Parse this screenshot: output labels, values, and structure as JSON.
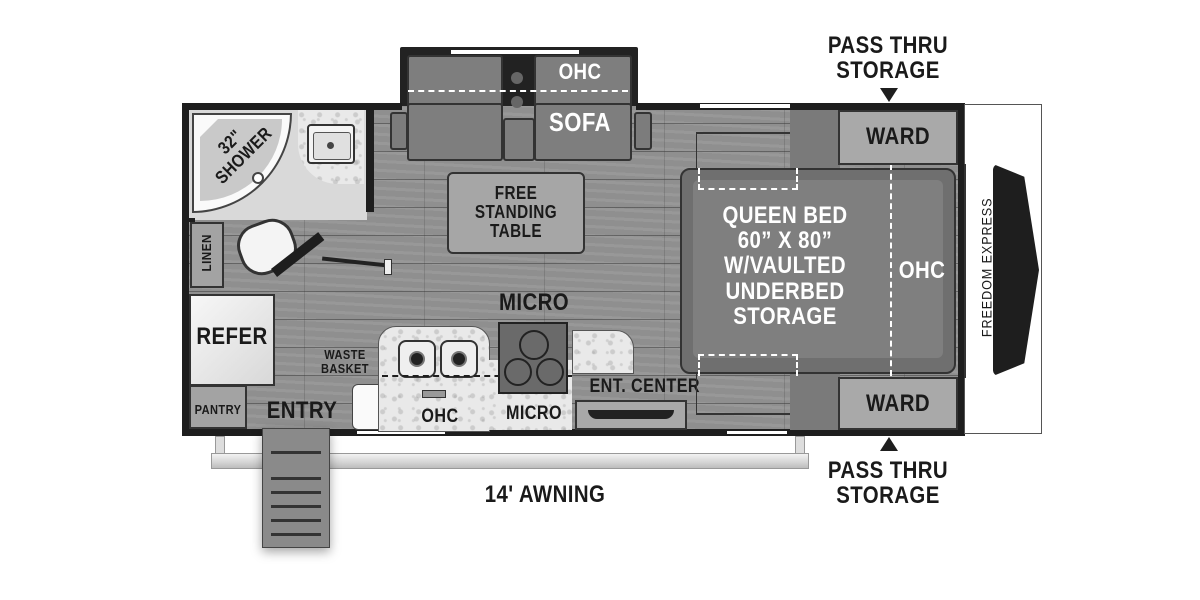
{
  "brand": {
    "name": "FREEDOM EXPRESS"
  },
  "labels": {
    "shower": "32\" SHOWER",
    "shower_line1": "32\"",
    "shower_line2": "SHOWER",
    "linen": "LINEN",
    "refer": "REFER",
    "pantry": "PANTRY",
    "entry": "ENTRY",
    "waste_basket_line1": "WASTE",
    "waste_basket_line2": "BASKET",
    "kitchen_ohc": "OHC",
    "micro_top": "MICRO",
    "micro_bottom": "MICRO",
    "ent_center": "ENT. CENTER",
    "sofa_ohc": "OHC",
    "sofa": "SOFA",
    "table_line1": "FREE",
    "table_line2": "STANDING",
    "table_line3": "TABLE",
    "bed_line1": "QUEEN BED",
    "bed_line2": "60” X 80”",
    "bed_line3": "W/VAULTED",
    "bed_line4": "UNDERBED",
    "bed_line5": "STORAGE",
    "bed_ohc": "OHC",
    "ward_top": "WARD",
    "ward_bottom": "WARD",
    "pass_thru_top_line1": "PASS THRU",
    "pass_thru_top_line2": "STORAGE",
    "pass_thru_bottom_line1": "PASS THRU",
    "pass_thru_bottom_line2": "STORAGE",
    "awning": "14' AWNING"
  },
  "colors": {
    "wall": "#1e1e1e",
    "floor": "#8f8f8f",
    "cabinet": "#9d9d9d",
    "bed": "#7a7a7a",
    "ward": "#a9a9a9",
    "counter": "#e9e9e9"
  }
}
